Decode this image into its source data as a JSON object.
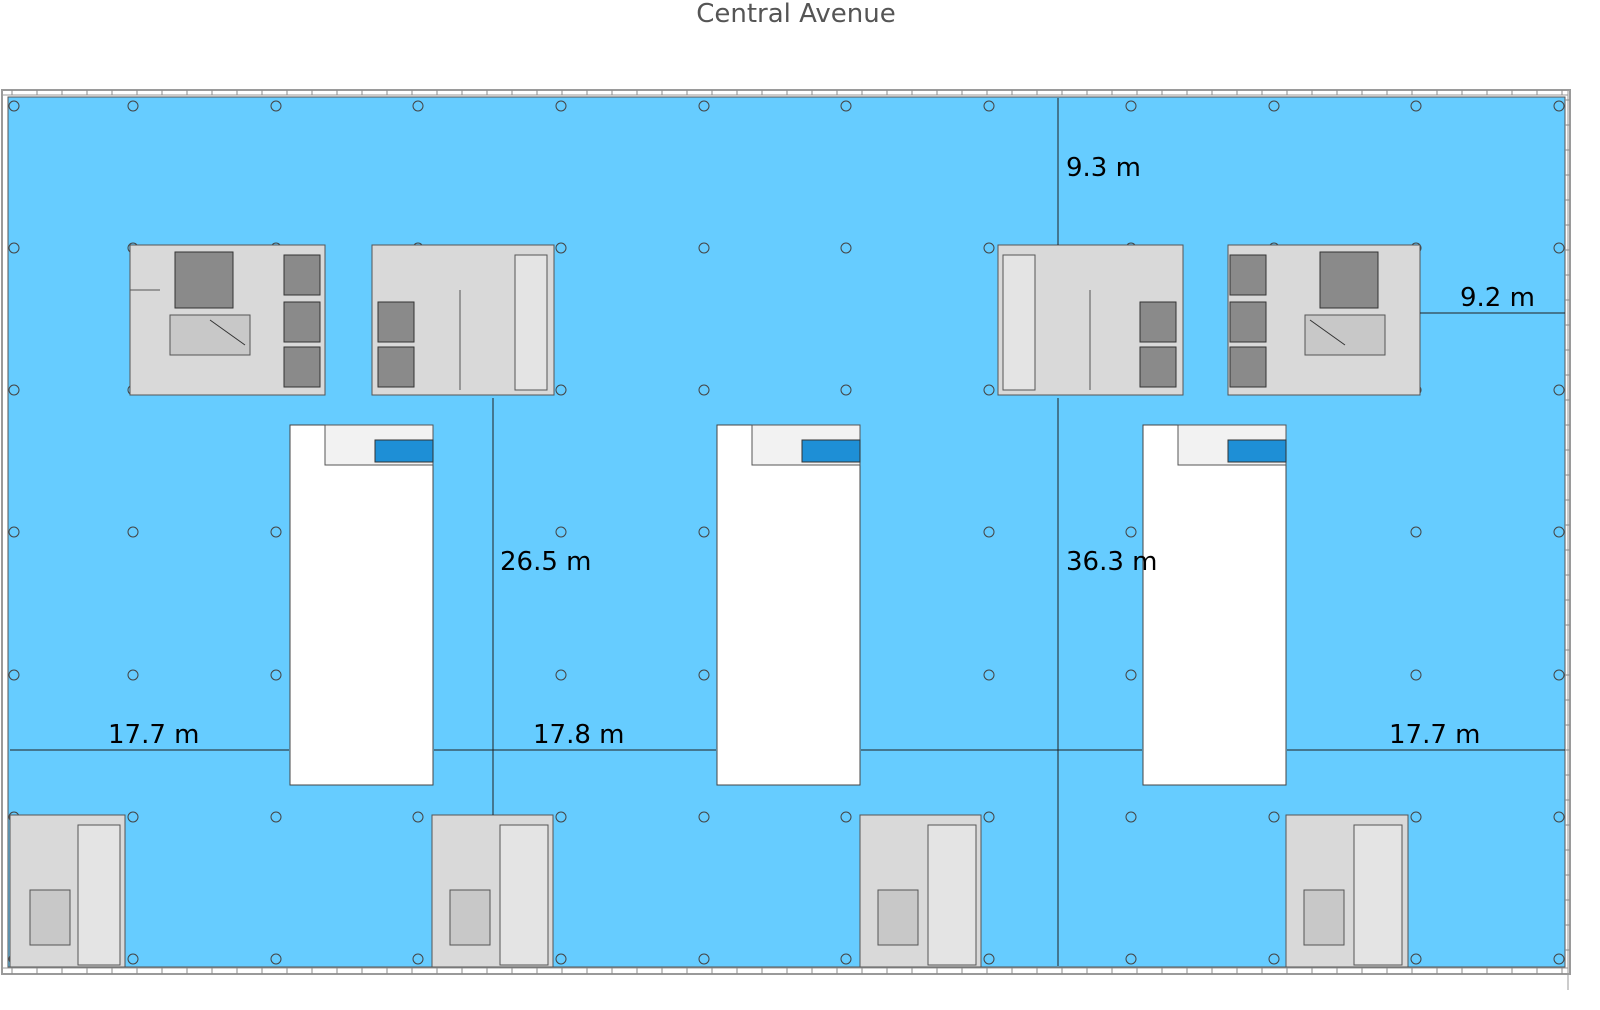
{
  "street": {
    "name": "Central Avenue"
  },
  "dimensions": {
    "core_to_facade_top": "9.3 m",
    "core_to_facade_right": "9.2 m",
    "core_to_core": "26.5 m",
    "overall_depth": "36.3 m",
    "span_left": "17.7 m",
    "span_middle": "17.8 m",
    "span_right": "17.7 m"
  },
  "colors": {
    "floor": "#66ccff",
    "core": "#d9d9d9",
    "core_dark": "#8a8a8a",
    "atrium": "#ffffff",
    "stair_blue": "#1e8fd6",
    "line": "#333333"
  }
}
